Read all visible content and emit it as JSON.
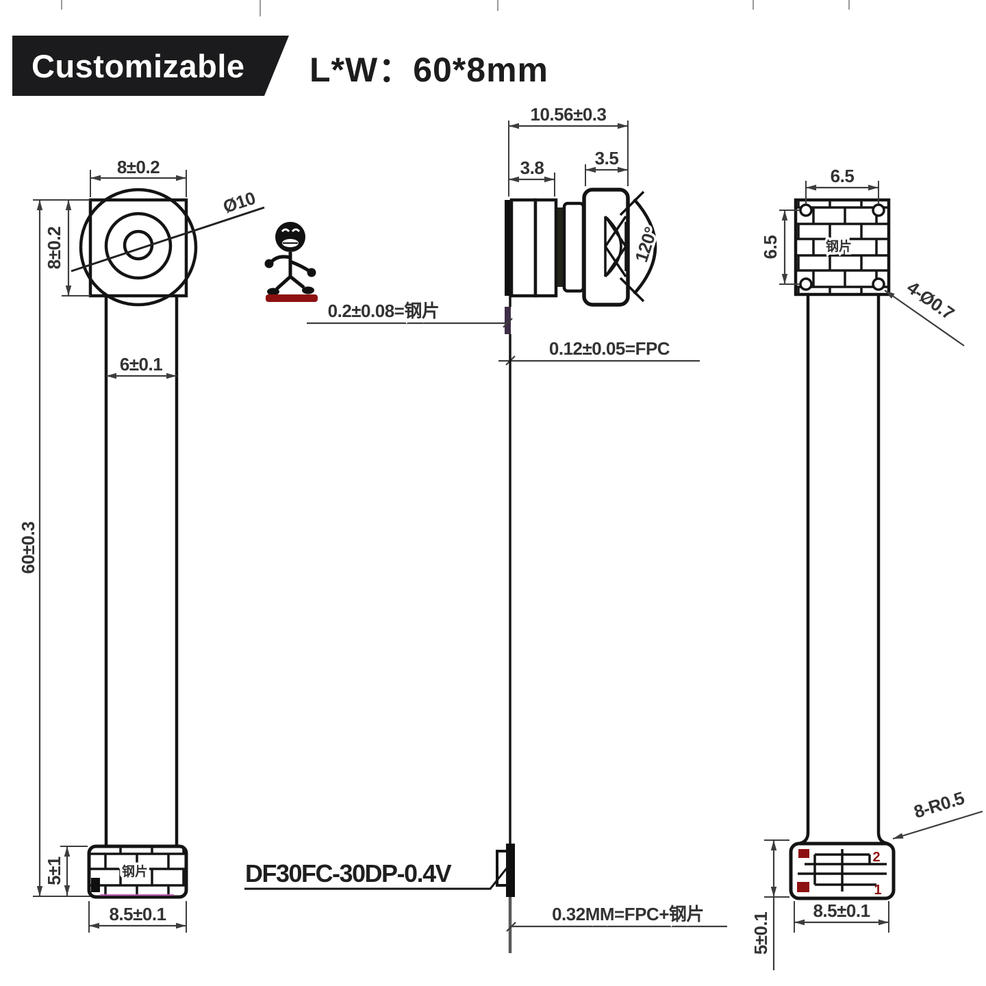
{
  "banner": {
    "title": "Customizable",
    "spec": "L*W：60*8mm"
  },
  "front": {
    "top_width": "8±0.2",
    "left_height": "8±0.2",
    "lens_dia": "Ø10",
    "fpc_width": "6±0.1",
    "length": "60±0.3",
    "conn_height": "5±1",
    "conn_width": "8.5±0.1",
    "stiffener": "钢片"
  },
  "side": {
    "total_width": "10.56±0.3",
    "sensor_width": "3.8",
    "lens_width": "3.5",
    "fov": "120°",
    "stiffener_note": "0.2±0.08=钢片",
    "fpc_note": "0.12±0.05=FPC",
    "connector_model": "DF30FC-30DP-0.4V",
    "thickness_note": "0.32MM=FPC+钢片"
  },
  "back": {
    "hole_span_top": "6.5",
    "hole_span_left": "6.5",
    "holes": "4-Ø0.7",
    "corners": "8-R0.5",
    "conn_width": "8.5±0.1",
    "conn_height": "5±0.1",
    "stiffener": "钢片",
    "pin_top_right": "2",
    "pin_bottom_right": "1"
  },
  "colors": {
    "drawing_line": "#141414",
    "dimension": "#3d3d3d",
    "banner_bg": "#1b1b1d",
    "pin_red": "#8e1111",
    "fpc_purple": "#3f2e47",
    "connector_magenta": "#c45ab8"
  }
}
